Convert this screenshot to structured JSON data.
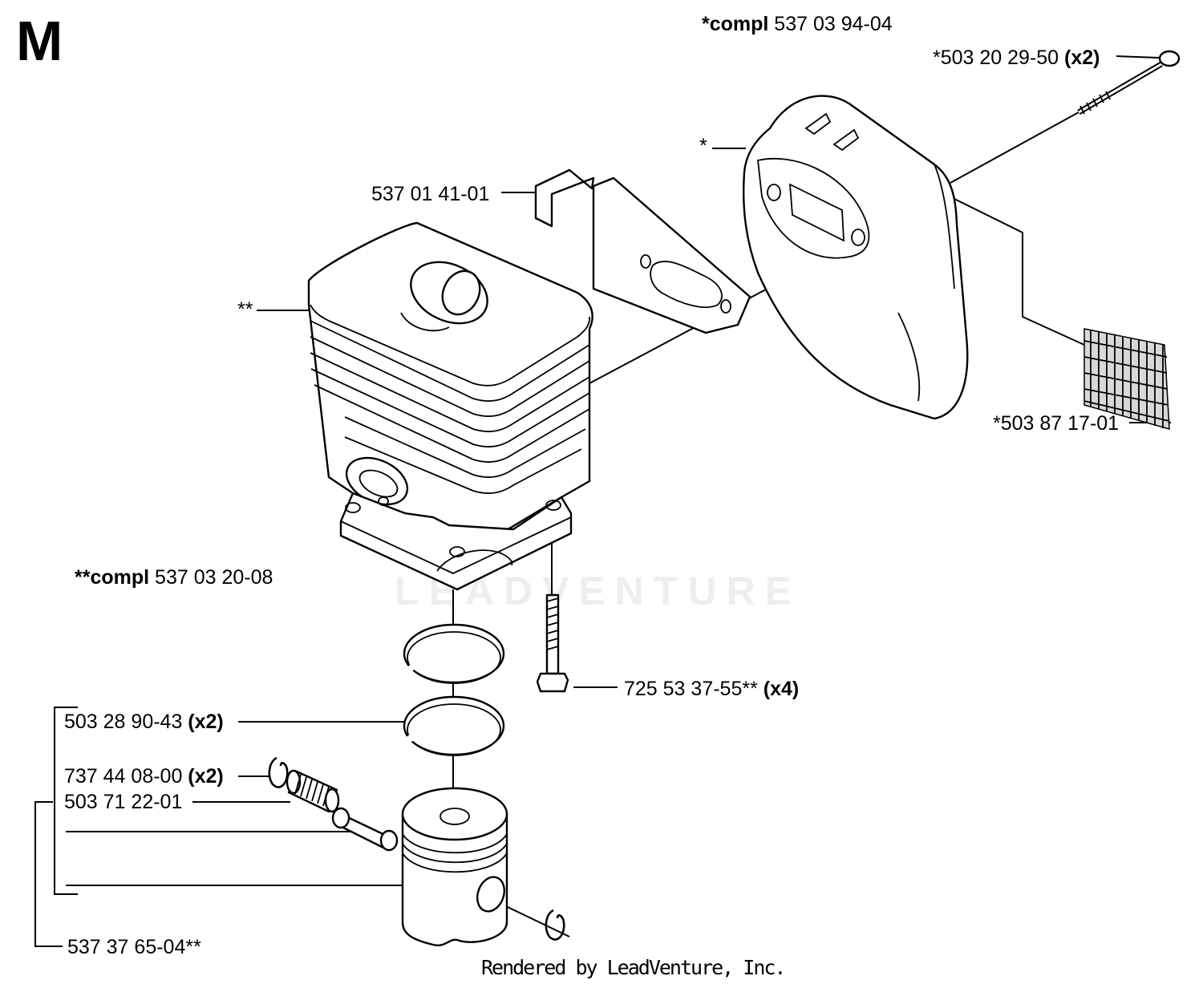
{
  "section_letter": "M",
  "footer": "Rendered by LeadVenture, Inc.",
  "watermark": "LEADVENTURE",
  "labels": {
    "muffler_compl": {
      "prefix": "*compl",
      "text": " 537 03 94-04"
    },
    "screw_top": {
      "text": "*503 20 29-50 ",
      "suffix": "(x2)"
    },
    "muffler_star": {
      "text": "*"
    },
    "bracket": {
      "text": "537 01 41-01"
    },
    "cylinder_star": {
      "text": "**"
    },
    "screen": {
      "text": "*503 87 17-01"
    },
    "cylinder_compl": {
      "prefix": "**compl",
      "text": " 537 03 20-08"
    },
    "cyl_bolt": {
      "text": "725 53 37-55** ",
      "suffix": "(x4)"
    },
    "rings": {
      "text": "503 28 90-43 ",
      "suffix": "(x2)"
    },
    "circlip": {
      "text": "737 44 08-00 ",
      "suffix": "(x2)"
    },
    "bearing": {
      "text": "503 71 22-01"
    },
    "piston_kit": {
      "text": "537 37 65-04**"
    }
  }
}
